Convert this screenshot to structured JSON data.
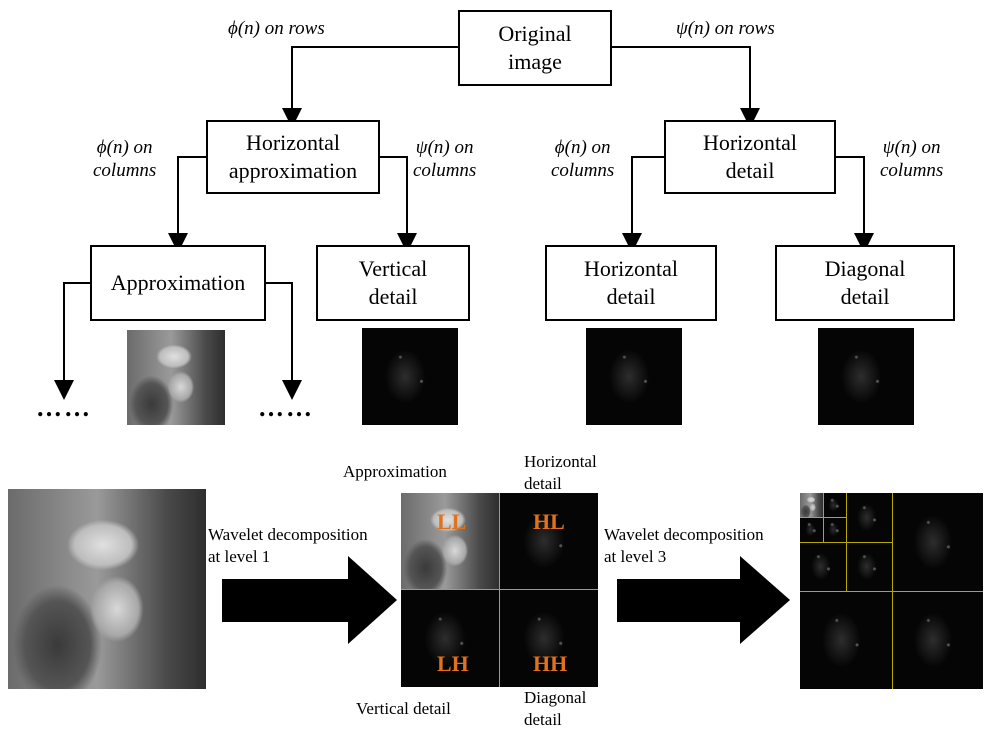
{
  "top": {
    "root_box": "Original\nimage",
    "left_branch_label": "ϕ(n) on rows",
    "right_branch_label": "ψ(n) on rows",
    "h_approx_box": "Horizontal\napproximation",
    "h_detail_box": "Horizontal\ndetail",
    "phi_cols_left": "ϕ(n) on\ncolumns",
    "psi_cols_left": "ψ(n) on\ncolumns",
    "phi_cols_right": "ϕ(n) on\ncolumns",
    "psi_cols_right": "ψ(n) on\ncolumns",
    "leaf_approx": "Approximation",
    "leaf_vertical": "Vertical\ndetail",
    "leaf_horizontal": "Horizontal\ndetail",
    "leaf_diagonal": "Diagonal\ndetail",
    "dots_left": "……",
    "dots_right": "……"
  },
  "bottom": {
    "approx_label": "Approximation",
    "horizontal_label": "Horizontal\ndetail",
    "vertical_label": "Vertical detail",
    "diagonal_label": "Diagonal\ndetail",
    "arrow1_text": "Wavelet decomposition\nat level 1",
    "arrow2_text": "Wavelet decomposition\nat level 3",
    "q_LL": "LL",
    "q_HL": "HL",
    "q_LH": "LH",
    "q_HH": "HH"
  },
  "colors": {
    "quadrant_label": "#e2711d",
    "grid_line": "#b5a800"
  }
}
